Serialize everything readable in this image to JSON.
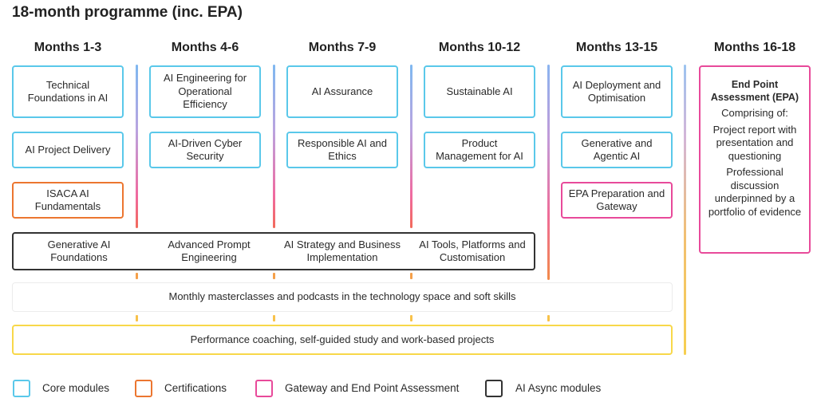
{
  "title": "18-month programme (inc. EPA)",
  "columns": [
    "Months 1-3",
    "Months 4-6",
    "Months 7-9",
    "Months 10-12",
    "Months 13-15",
    "Months 16-18"
  ],
  "modules": {
    "technical_foundations": "Technical Foundations in AI",
    "ai_project_delivery": "AI Project Delivery",
    "isaca_fundamentals": "ISACA AI Fundamentals",
    "ai_engineering": "AI Engineering for Operational Efficiency",
    "ai_cyber": "AI-Driven Cyber Security",
    "ai_assurance": "AI Assurance",
    "responsible_ai": "Responsible AI and Ethics",
    "sustainable_ai": "Sustainable AI",
    "product_management": "Product Management for AI",
    "ai_deployment": "AI Deployment and Optimisation",
    "generative_agentic": "Generative and Agentic AI",
    "epa_preparation": "EPA Preparation and Gateway"
  },
  "async_modules": [
    "Generative AI Foundations",
    "Advanced Prompt Engineering",
    "AI Strategy and Business Implementation",
    "AI Tools, Platforms and Customisation"
  ],
  "epa": {
    "heading": "End Point Assessment (EPA)",
    "comprising": "Comprising of:",
    "item1": "Project report with presentation and questioning",
    "item2": "Professional discussion underpinned by a portfolio of evidence"
  },
  "bands": {
    "masterclasses": "Monthly masterclasses and podcasts in the technology space and soft skills",
    "coaching": "Performance coaching, self-guided study and work-based projects"
  },
  "legend": [
    {
      "label": "Core modules",
      "color": "#5ac8ea"
    },
    {
      "label": "Certifications",
      "color": "#ec7630"
    },
    {
      "label": "Gateway and End Point Assessment",
      "color": "#e84a9a"
    },
    {
      "label": "AI Async modules",
      "color": "#333333"
    }
  ],
  "colors": {
    "core": "#5ac8ea",
    "certification": "#ec7630",
    "gateway": "#e84a9a",
    "async": "#333333",
    "coaching": "#f8d84a"
  }
}
